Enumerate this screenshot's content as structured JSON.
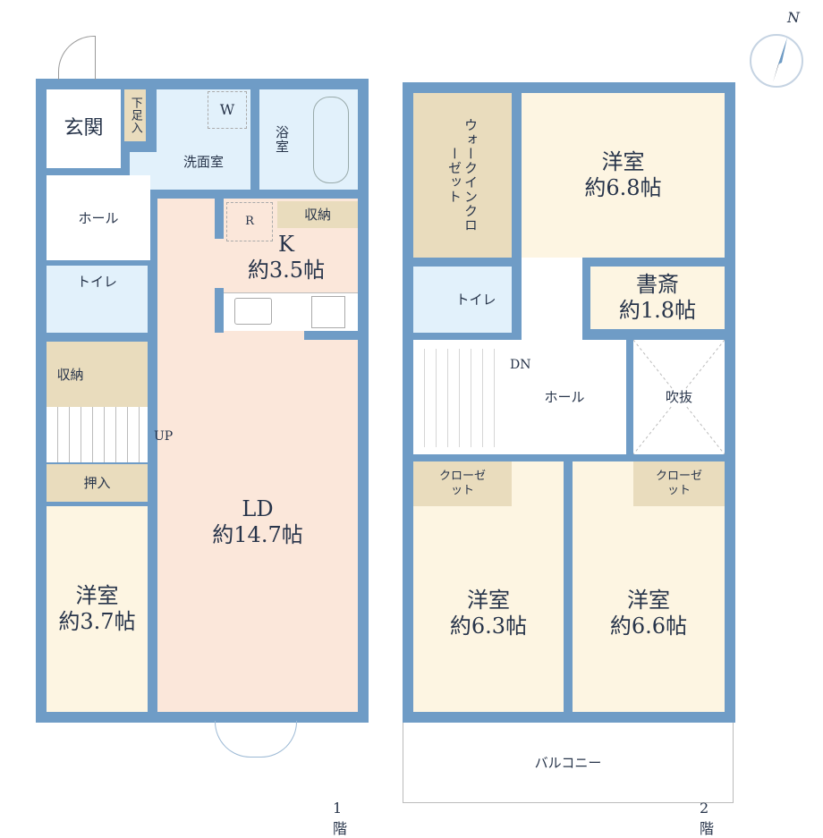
{
  "floor1": {
    "label": "1階",
    "rooms": {
      "genkan": "玄関",
      "getabako": "下足入",
      "senmen": "洗面室",
      "washer": "W",
      "yokushitsu": "浴室",
      "hall": "ホール",
      "toilet": "トイレ",
      "fridge": "R",
      "kitchen_storage": "収納",
      "kitchen_name": "K",
      "kitchen_size": "約3.5帖",
      "storage": "収納",
      "up": "UP",
      "oshiire": "押入",
      "ld_name": "LD",
      "ld_size": "約14.7帖",
      "yoshitsu_name": "洋室",
      "yoshitsu_size": "約3.7帖"
    }
  },
  "floor2": {
    "label": "2階",
    "rooms": {
      "wic": "ウォークインクローゼット",
      "yoshitsu1_name": "洋室",
      "yoshitsu1_size": "約6.8帖",
      "toilet": "トイレ",
      "shosai_name": "書斎",
      "shosai_size": "約1.8帖",
      "dn": "DN",
      "hall": "ホール",
      "fukinuke": "吹抜",
      "closet1": "クローゼット",
      "closet2": "クローゼット",
      "yoshitsu2_name": "洋室",
      "yoshitsu2_size": "約6.3帖",
      "yoshitsu3_name": "洋室",
      "yoshitsu3_size": "約6.6帖",
      "balcony": "バルコニー"
    }
  },
  "compass": {
    "north": "N"
  },
  "colors": {
    "wall": "#6f9cc6",
    "ld": "#fbe7da",
    "room": "#fdf5e2",
    "storage": "#e9dcbd",
    "wet": "#e2f1fb"
  }
}
